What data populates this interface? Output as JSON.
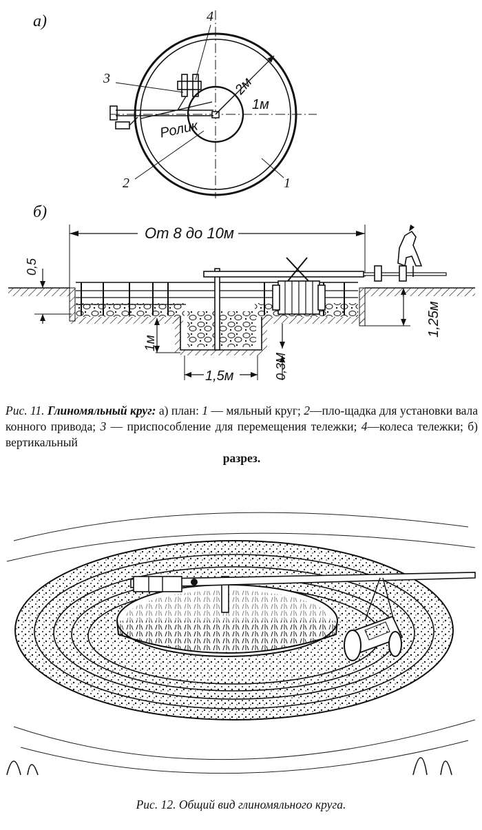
{
  "figure11": {
    "panel_a_label": "а)",
    "panel_b_label": "б)",
    "plan": {
      "label_1": "1",
      "label_2": "2",
      "label_3": "3",
      "label_4": "4",
      "roller_label": "Ролик",
      "radius_outer": "2м",
      "radius_inner": "1м"
    },
    "section": {
      "span_label": "От 8 до 10м",
      "depth_05": "0,5",
      "depth_1": "1м",
      "width_15": "1,5м",
      "depth_03": "0,3М",
      "depth_125": "1,25м"
    },
    "caption": {
      "prefix": "Рис. 11.",
      "title": "Глиномяльный круг:",
      "text_a": "а) план:",
      "n1": "1",
      "t1": "— мяльный круг;",
      "n2": "2",
      "t2": "—пло-щадка для установки вала конного привода;",
      "n3": "3",
      "t3": "— приспособление для перемещения тележки;",
      "n4": "4",
      "t4": "—колеса тележки; б) вертикальный",
      "t5": "разрез."
    }
  },
  "figure12": {
    "caption": "Рис. 12. Общий вид глиномяльного круга."
  }
}
